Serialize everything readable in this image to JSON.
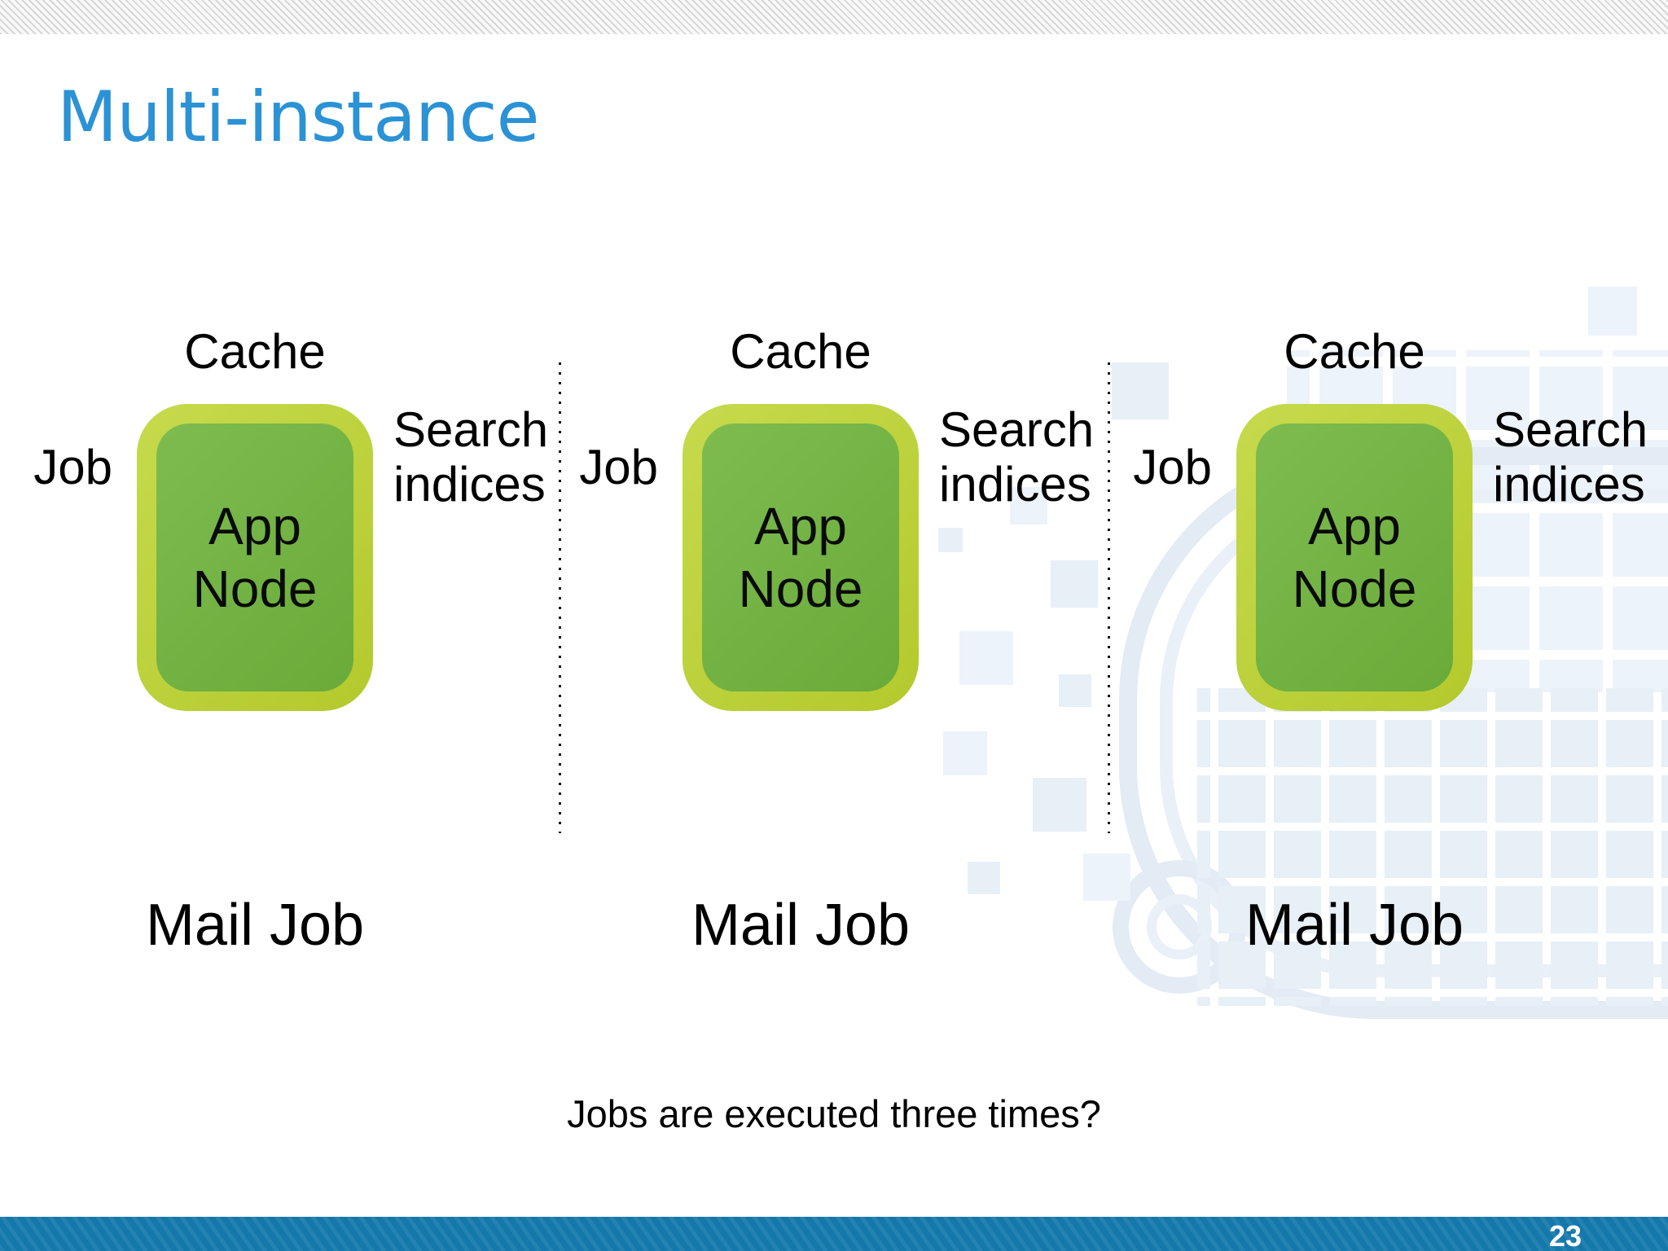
{
  "slide": {
    "title": "Multi-instance",
    "footer_note": "Jobs are executed three times?",
    "page_number": "23",
    "colors": {
      "title_blue": "#2b92d5",
      "bottom_bar_blue": "#1478ab",
      "node_outer_green": "#bdd42f",
      "node_inner_green": "#6fb43c"
    },
    "icons": {
      "cloud_watermark": "pixel-cloud-icon"
    }
  },
  "instances": [
    {
      "cache_label": "Cache",
      "job_label": "Job",
      "node_label": "App Node",
      "search_label": "Search indices",
      "mail_label": "Mail Job"
    },
    {
      "cache_label": "Cache",
      "job_label": "Job",
      "node_label": "App Node",
      "search_label": "Search indices",
      "mail_label": "Mail Job"
    },
    {
      "cache_label": "Cache",
      "job_label": "Job",
      "node_label": "App Node",
      "search_label": "Search indices",
      "mail_label": "Mail Job"
    }
  ]
}
